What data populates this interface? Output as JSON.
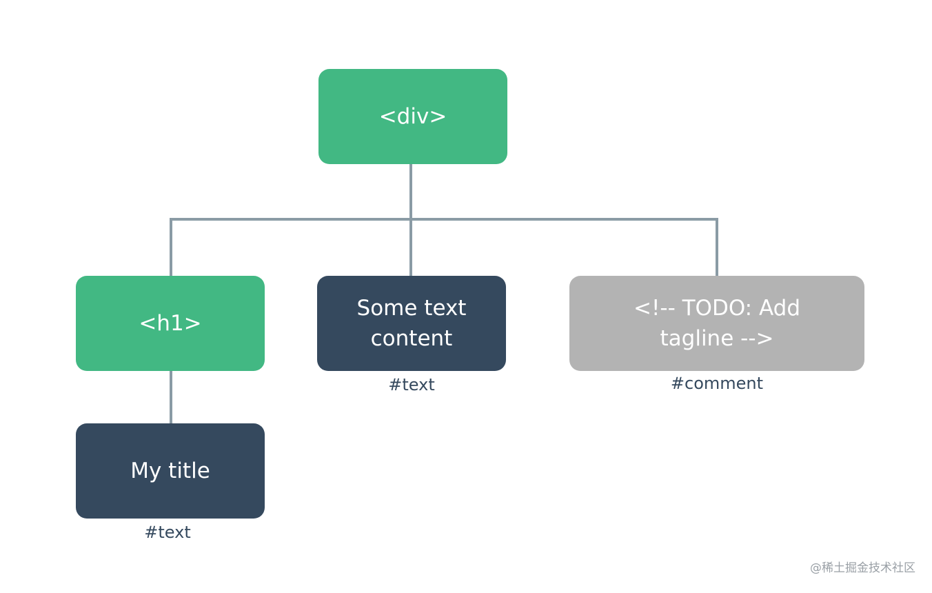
{
  "nodes": {
    "div": {
      "label": "<div>",
      "color": "#42b883"
    },
    "h1": {
      "label": "<h1>",
      "color": "#42b883"
    },
    "some_text": {
      "label": "Some text\ncontent",
      "color": "#35495e"
    },
    "comment": {
      "label": "<!-- TODO: Add\ntagline  -->",
      "color": "#b3b3b3"
    },
    "my_title": {
      "label": "My title",
      "color": "#35495e"
    }
  },
  "captions": {
    "some_text": "#text",
    "comment": "#comment",
    "my_title": "#text"
  },
  "colors": {
    "connector": "#8a9ba5",
    "caption": "#35495e"
  },
  "watermark": "@稀土掘金技术社区"
}
